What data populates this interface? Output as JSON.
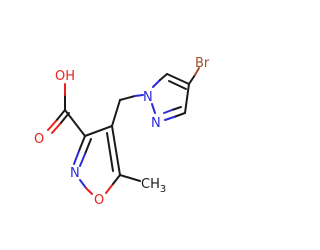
{
  "molecule": {
    "labels": {
      "carboxyl_oh": "OH",
      "carbonyl_o": "O",
      "isoxazole_n": "N",
      "isoxazole_o": "O",
      "methyl": "CH",
      "methyl_sub": "3",
      "pyrazole_n1": "N",
      "pyrazole_n2": "N",
      "bromine": "Br"
    },
    "colors": {
      "carbon": "#1a1a1a",
      "oxygen": "#e8221c",
      "nitrogen": "#2b2bd8",
      "bromine": "#a0522d",
      "background": "#ffffff"
    }
  }
}
